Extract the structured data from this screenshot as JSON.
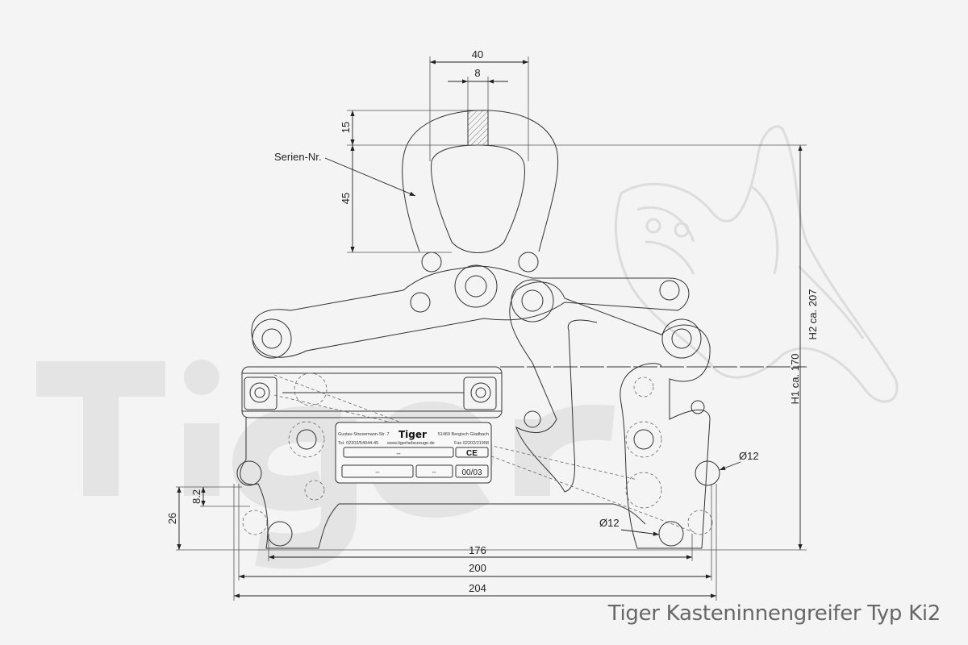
{
  "title": "Tiger Kasteninnengreifer Typ Ki2",
  "watermark": "Tiger",
  "labels": {
    "serial": "Serien-Nr.",
    "dim_40": "40",
    "dim_8": "8",
    "dim_15": "15",
    "dim_45": "45",
    "h1": "H1 ca. 170",
    "h2": "H2 ca. 207",
    "dia_right": "Ø12",
    "dia_bottom": "Ø12",
    "dim_8_2": "8.2",
    "dim_26": "26",
    "dim_176": "176",
    "dim_200": "200",
    "dim_204": "204"
  },
  "nameplate": {
    "brand": "Tiger",
    "street": "Gustav-Stresemann-Str. 7",
    "city": "51469 Bergisch Gladbach",
    "phone": "Tel. 02202/54044-45",
    "web": "www.tigerhebezeuge.de",
    "fax": "Fax 02202/21958",
    "field1": "--",
    "ce": "CE",
    "field2": "--",
    "field3": "--",
    "year": "00/03"
  }
}
